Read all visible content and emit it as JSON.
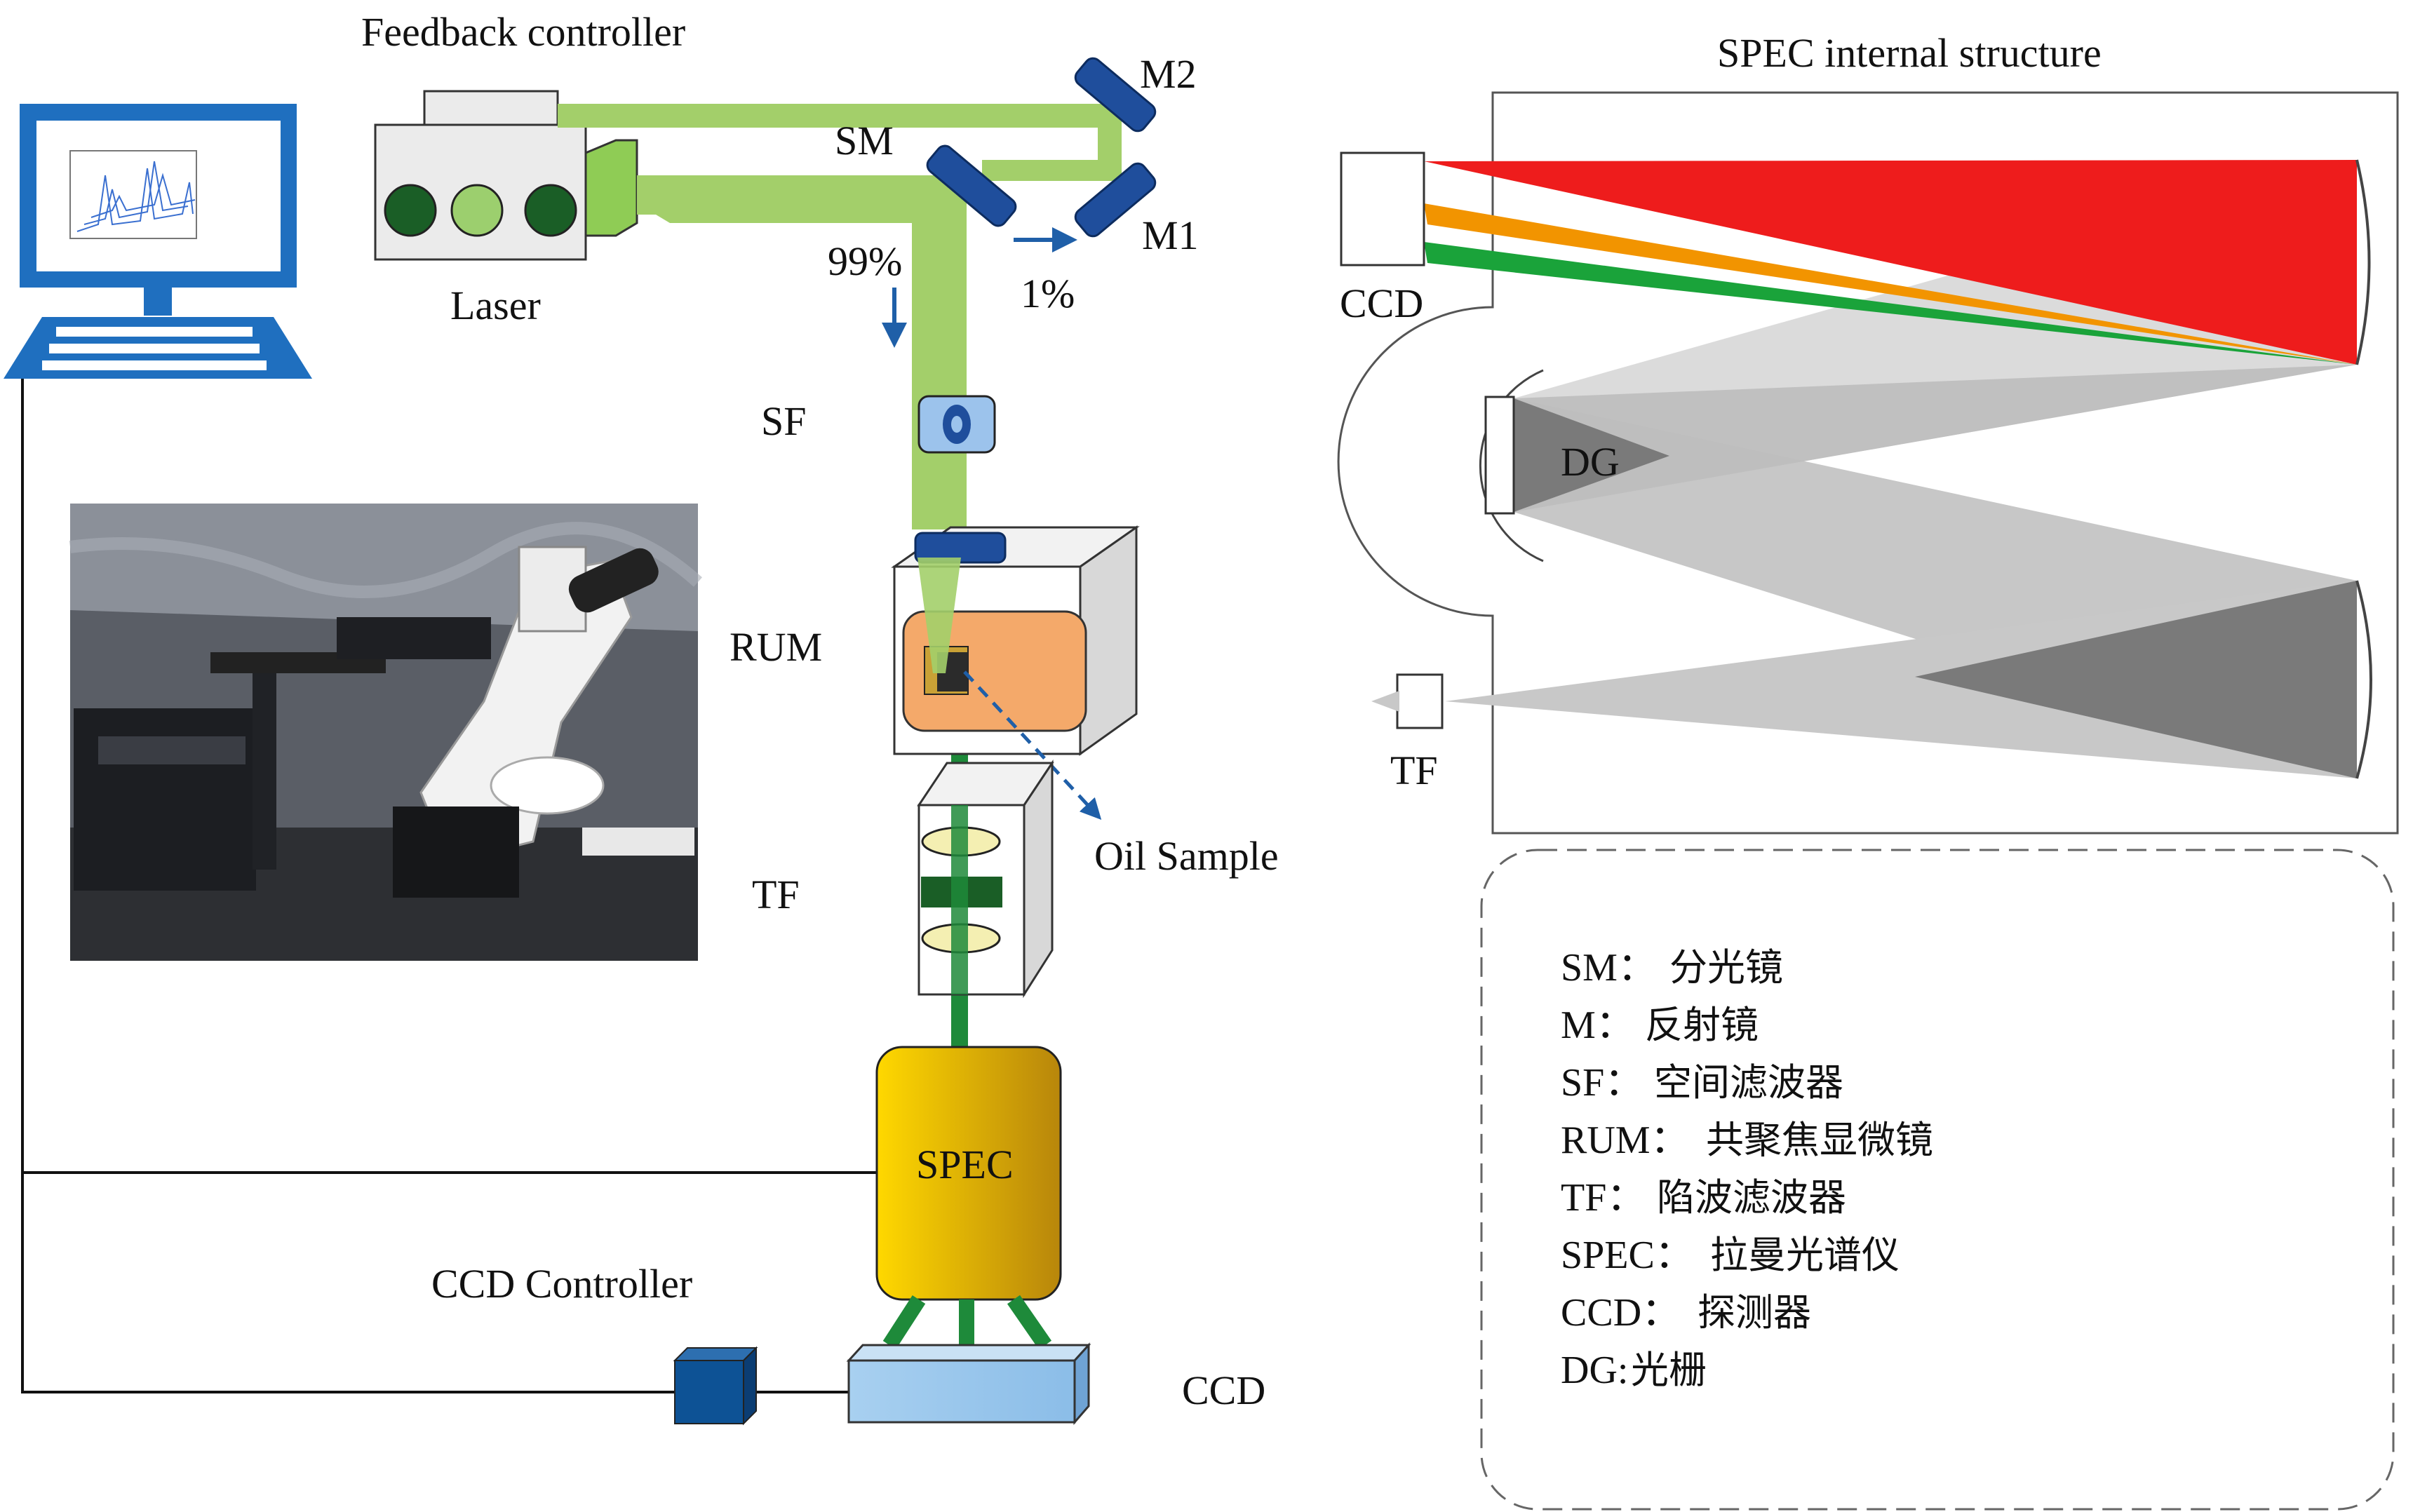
{
  "labels": {
    "feedback_controller": "Feedback controller",
    "laser": "Laser",
    "sm": "SM",
    "m1": "M1",
    "m2": "M2",
    "pct_99": "99%",
    "pct_1": "1%",
    "sf": "SF",
    "rum": "RUM",
    "tf": "TF",
    "oil_sample": "Oil Sample",
    "spec": "SPEC",
    "ccd_controller": "CCD Controller",
    "ccd": "CCD"
  },
  "spec_internal": {
    "title": "SPEC internal structure",
    "ccd": "CCD",
    "dg": "DG",
    "tf": "TF"
  },
  "legend": {
    "items": [
      {
        "abbr": "SM：",
        "desc": "分光镜"
      },
      {
        "abbr": "M：",
        "desc": "反射镜"
      },
      {
        "abbr": "SF：",
        "desc": "空间滤波器"
      },
      {
        "abbr": "RUM：",
        "desc": "共聚焦显微镜"
      },
      {
        "abbr": "TF：",
        "desc": "陷波滤波器"
      },
      {
        "abbr": "SPEC：",
        "desc": "拉曼光谱仪"
      },
      {
        "abbr": "CCD：",
        "desc": "探测器"
      },
      {
        "abbr": "DG:",
        "desc": "光栅"
      }
    ]
  },
  "colors": {
    "beam_light": "#a3cf6a",
    "beam_dark": "#1e8a3a",
    "optic_blue": "#1f4e9c",
    "spec_gold": "#e8b400",
    "rum_orange": "#f4a96a",
    "ray_red": "#ee1c1c",
    "ray_orange": "#f29400",
    "ray_green": "#1aa33a",
    "ray_gray": "#bdbdbd"
  }
}
